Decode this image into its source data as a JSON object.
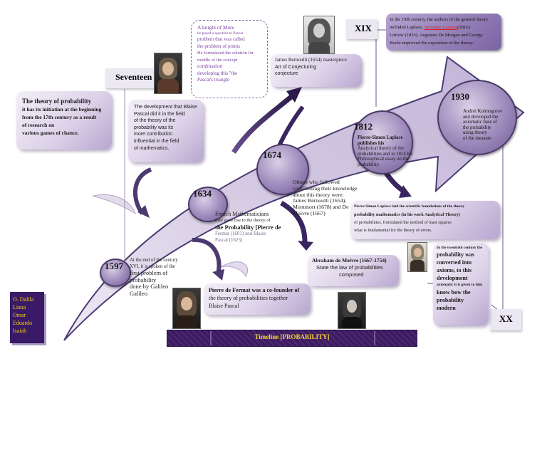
{
  "labels": {
    "seventeen": "Seventeen",
    "xix": "XIX",
    "xx": "XX"
  },
  "years": {
    "y1597": "1597",
    "y1634": "1634",
    "y1674": "1674",
    "y1812": "1812",
    "y1930": "1930"
  },
  "intro": {
    "line1": "The theory of probability",
    "line2": "it has its initiation at the beginning",
    "line3": "from the 17th century as a result",
    "line4": "of research on",
    "line5": "various games of chance."
  },
  "pascal_box": {
    "line1": "The development that Blaise",
    "line2": "Pascal did it in the field",
    "line3": "of the theory of the",
    "line4": "probability was its",
    "line5": "more contribution",
    "line6": "influential in the field",
    "line7": "of mathematics."
  },
  "mere_box": {
    "line1": "A knight of Mere",
    "line2": "he posed a question to Pascal",
    "line3": "problem that was called",
    "line4": "the problem of points",
    "line5": "He formulated the solution for",
    "line6": "middle of the concept",
    "line7": "combination",
    "line8": "developing this \"the",
    "line9": "Pascal's triangle"
  },
  "bernoulli_box": {
    "line1": "James Bernoulli (1654) masterpiece",
    "line2": "Art of Conjecturing",
    "line3": "conjecture"
  },
  "xix_box": {
    "line1": "In the 19th century, the authors of the general theory",
    "line2a": "included Laplace, ",
    "line2b": "Sylvestre Lacroix",
    "line2c": "(1816)",
    "line3": "Littrow (1833). Augustus De Morgan and George",
    "line4": "Boole improved the exposition of the theory."
  },
  "laplace_circle": {
    "line1": "Pierre-Simon Laplace publishes his",
    "line2": "Analytical theory of the",
    "line3": "probabilities and in 1814 his",
    "line4": "Philosophical essay on the",
    "line5": "probability."
  },
  "kolmogorov": {
    "line1": "Andrei Kolmogorov",
    "line2": "and developed the",
    "line3": "axiomatic base of",
    "line4": "the probability",
    "line5": "using theory",
    "line6": "of the measure"
  },
  "others_text": {
    "line1": "Others who followed",
    "line2": "contributing their knowledge",
    "line3": "about this theory were:",
    "line4": "James Bernoulli (1654),",
    "line5": "Montmort (1678) and De",
    "line6": "Moivre (1667)"
  },
  "french_text": {
    "line1": "French Mathematicians",
    "line2": "they gave rise to the theory of",
    "line3": "the Probability [Pierre de",
    "line4": "Fermat (1601) and Blaise",
    "line5": "Pascal (1623)"
  },
  "galileo_text": {
    "line1": "At the end of the century",
    "line2": "XVI, it is spoken of the",
    "line3": "first problem of",
    "line4": "probability",
    "line5": "done by Galileo",
    "line6": "Galileo"
  },
  "fermat_box": {
    "line1": "Pierre de Fermat was a co-founder of",
    "line2": "the theory of probabilities together",
    "line3": "Blaise Pascal"
  },
  "demoivre_box": {
    "line1": "Abraham de Moivre (1667-1754)",
    "line2": "State the law of probabilities",
    "line3": "composed"
  },
  "laplace_box": {
    "line1": "Pierre Simon Laplace laid the scientific foundations of the theory",
    "line2": "probability mathematics (in his work Analytical Theory)",
    "line3": "of probabilities. formulated the method of least squares",
    "line4": "what is fundamental for the theory of errors."
  },
  "twentieth_box": {
    "line1": "In the twentieth century the",
    "line2": "probability was",
    "line3": "converted into",
    "line4": "axioms, to this",
    "line5": "development",
    "line6": "axiomatic it is given to him",
    "line7": "know how the",
    "line8": "probability",
    "line9": "modern"
  },
  "names": [
    "O. Dalila",
    "Liana",
    "Omar",
    "Eduardo",
    "Isaiah"
  ],
  "footer": {
    "title": "Timeline [PROBABILITY]"
  },
  "colors": {
    "arrow_fill": "#d6cce4",
    "arrow_stroke": "#4b3b73",
    "mere_text": "#7a3fa0",
    "names_bg": "#3a1a66",
    "names_text": "#f0d000",
    "footer_bg": "#3b1a5e",
    "footer_text": "#f3d23a",
    "link_red": "#d02020"
  }
}
